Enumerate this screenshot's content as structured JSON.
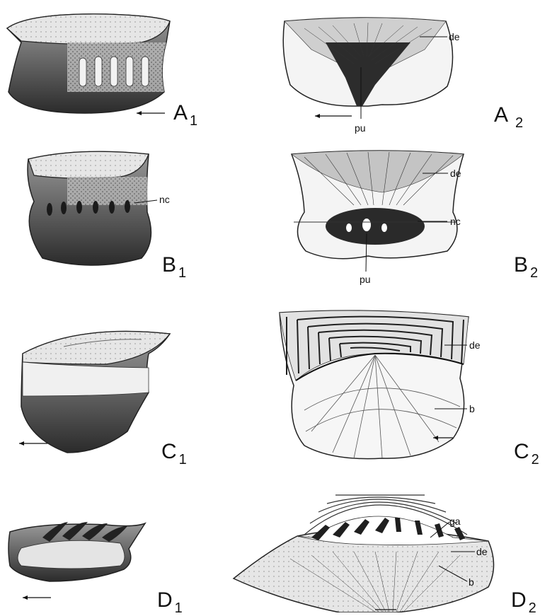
{
  "panels": [
    {
      "id": "A1",
      "letter": "A",
      "sub": "1"
    },
    {
      "id": "A2",
      "letter": "A",
      "sub": "2"
    },
    {
      "id": "B1",
      "letter": "B",
      "sub": "1"
    },
    {
      "id": "B2",
      "letter": "B",
      "sub": "2"
    },
    {
      "id": "C1",
      "letter": "C",
      "sub": "1"
    },
    {
      "id": "C2",
      "letter": "C",
      "sub": "2"
    },
    {
      "id": "D1",
      "letter": "D",
      "sub": "1"
    },
    {
      "id": "D2",
      "letter": "D",
      "sub": "2"
    }
  ],
  "annotations": {
    "de": "de",
    "pu": "pu",
    "nc": "nc",
    "b": "b",
    "ga": "ga"
  },
  "colors": {
    "ink": "#111111",
    "paper": "#ffffff",
    "shade": "#3a3a3a"
  }
}
